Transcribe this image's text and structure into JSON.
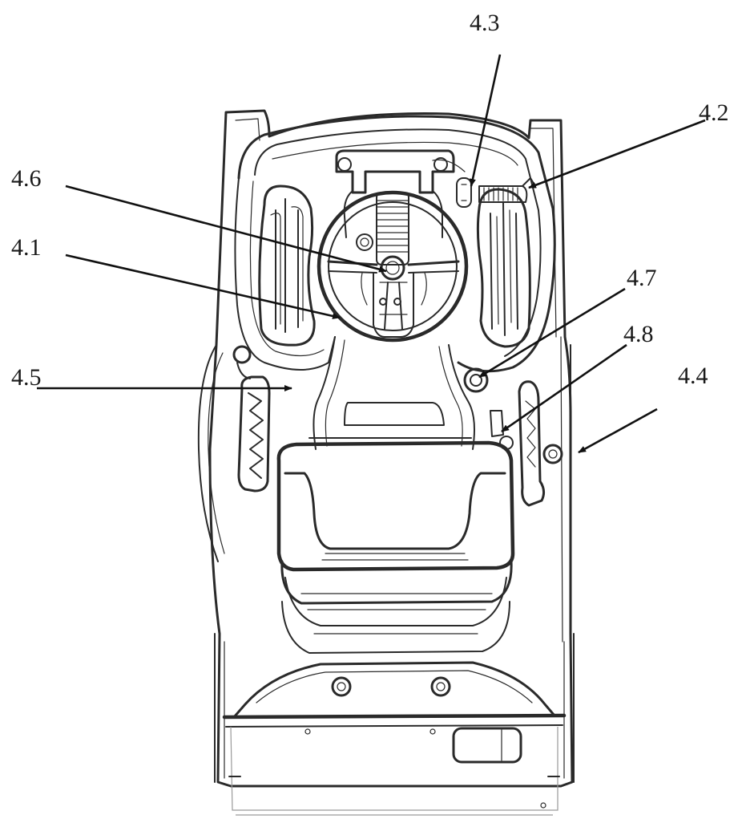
{
  "figure": {
    "background": "#ffffff",
    "line_color": "#2a2a2a",
    "labels": [
      {
        "id": "4.1",
        "text": "4.1"
      },
      {
        "id": "4.2",
        "text": "4.2"
      },
      {
        "id": "4.3",
        "text": "4.3"
      },
      {
        "id": "4.4",
        "text": "4.4"
      },
      {
        "id": "4.5",
        "text": "4.5"
      },
      {
        "id": "4.6",
        "text": "4.6"
      },
      {
        "id": "4.7",
        "text": "4.7"
      },
      {
        "id": "4.8",
        "text": "4.8"
      }
    ]
  }
}
